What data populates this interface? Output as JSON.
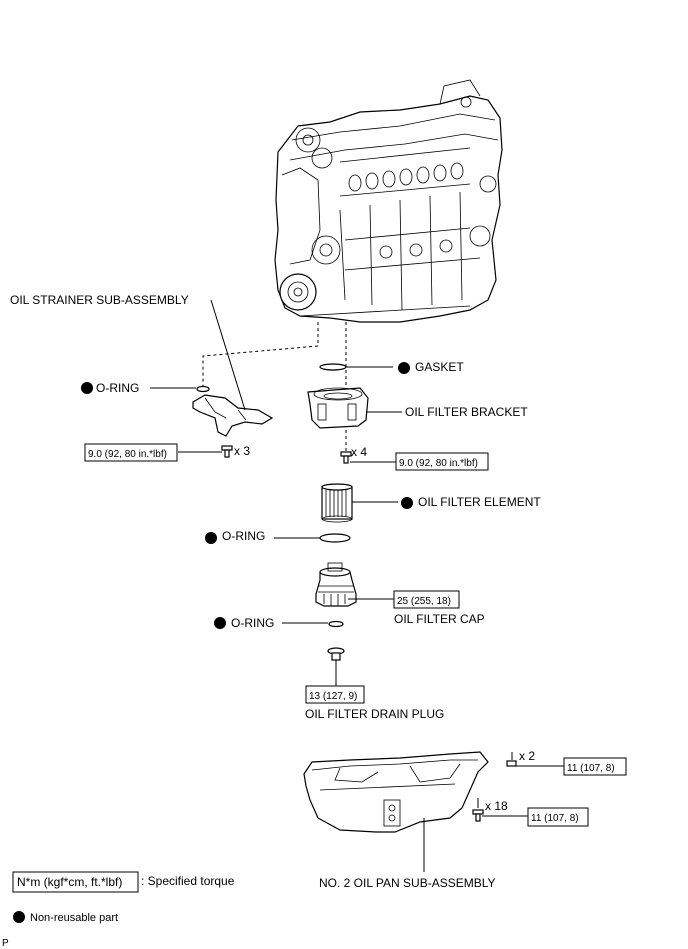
{
  "labels": {
    "oil_strainer": "OIL STRAINER SUB-ASSEMBLY",
    "o_ring_1": "O-RING",
    "gasket": "GASKET",
    "oil_filter_bracket": "OIL FILTER BRACKET",
    "oil_filter_element": "OIL FILTER ELEMENT",
    "o_ring_2": "O-RING",
    "o_ring_3": "O-RING",
    "oil_filter_cap": "OIL FILTER CAP",
    "oil_filter_drain_plug": "OIL FILTER DRAIN PLUG",
    "oil_pan": "NO. 2 OIL PAN SUB-ASSEMBLY"
  },
  "torques": {
    "strainer_bolt": "9.0 (92, 80 in.*lbf)",
    "bracket_bolt": "9.0 (92, 80 in.*lbf)",
    "filter_cap": "25 (255, 18)",
    "drain_plug": "13 (127, 9)",
    "pan_nut": "11 (107, 8)",
    "pan_bolt": "11 (107, 8)"
  },
  "quantities": {
    "strainer_bolt": "x 3",
    "bracket_bolt": "x 4",
    "pan_nut": "x 2",
    "pan_bolt": "x 18"
  },
  "legend": {
    "torque_units": "N*m (kgf*cm, ft.*lbf)",
    "torque_desc": ": Specified torque",
    "non_reusable": "Non-reusable part"
  },
  "footer_code": "P",
  "icons": {
    "non_reusable_marker": "filled-circle"
  }
}
